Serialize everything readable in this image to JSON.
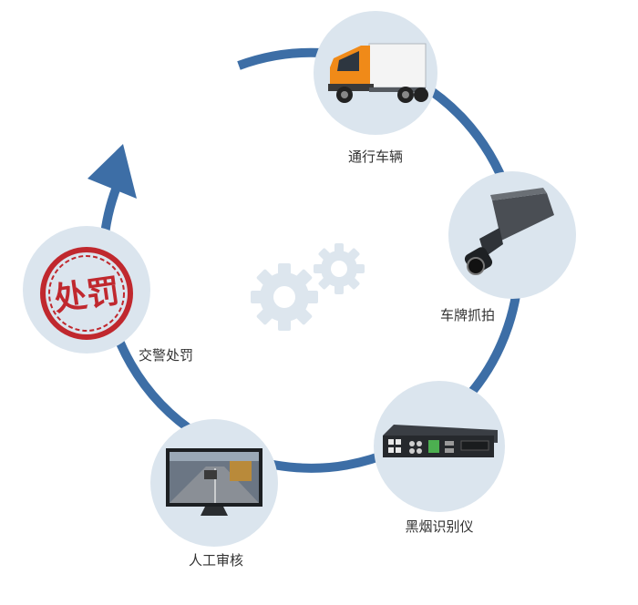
{
  "colors": {
    "ring": "#3d6ea6",
    "node_bg": "#dbe5ee",
    "gear": "#dde6ee",
    "stamp": "#c0282e",
    "label": "#333333"
  },
  "center": {
    "icon": "gears-icon"
  },
  "nodes": [
    {
      "id": "vehicle",
      "label": "通行车辆",
      "icon": "truck-icon"
    },
    {
      "id": "capture",
      "label": "车牌抓拍",
      "icon": "camera-icon"
    },
    {
      "id": "device",
      "label": "黑烟识别仪",
      "icon": "recorder-device-icon"
    },
    {
      "id": "review",
      "label": "人工审核",
      "icon": "monitor-icon"
    },
    {
      "id": "penalty",
      "label": "交警处罚",
      "icon": "stamp-icon",
      "stamp_text": "处罚"
    }
  ]
}
